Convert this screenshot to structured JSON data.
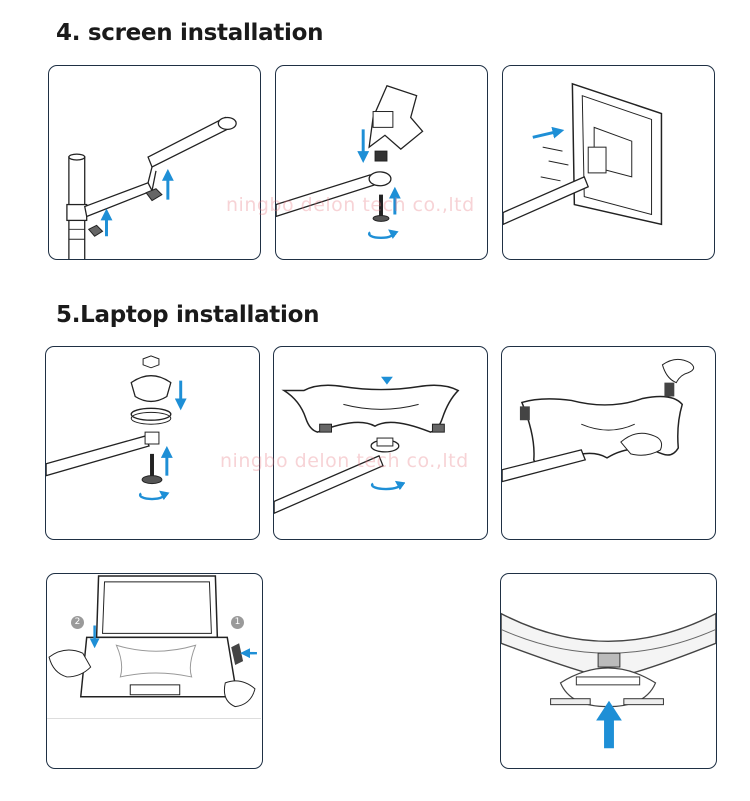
{
  "sections": {
    "screen": {
      "heading": "4. screen installation"
    },
    "laptop": {
      "heading": "5.Laptop installation"
    }
  },
  "watermarks": {
    "screen_row": "ningbo delon tech co.,ltd",
    "laptop_row": "ningbo delon tech co.,ltd"
  },
  "step_badges": {
    "first": "1",
    "second": "2"
  },
  "colors": {
    "panel_border": "#1f3044",
    "arrow_blue": "#1e8fd6",
    "line_art": "#222222",
    "watermark": "#e87882"
  },
  "icons": [
    "arrow-up-icon",
    "arrow-down-icon",
    "arrow-right-icon",
    "arrow-left-icon",
    "rotate-icon"
  ]
}
